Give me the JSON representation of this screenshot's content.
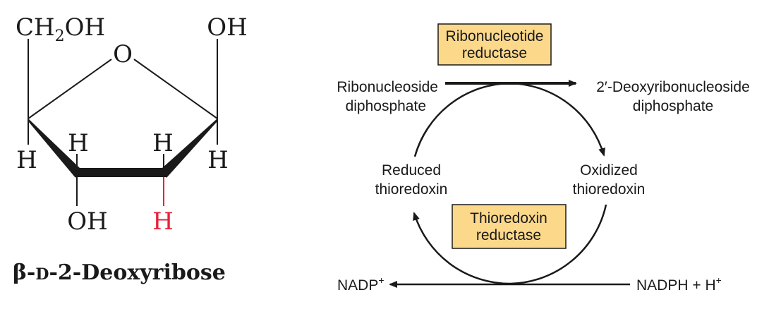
{
  "left_panel": {
    "top_left_group": {
      "main": "CH",
      "sub": "2",
      "tail": "OH"
    },
    "ring_oxygen": "O",
    "top_right_group": "OH",
    "left_h": "H",
    "right_h": "H",
    "c3_upper_h": "H",
    "c2_upper_h": "H",
    "c3_lower_group": "OH",
    "c2_lower_h": "H",
    "name": {
      "prefix": "β-",
      "d": "D",
      "rest": "-2-Deoxyribose"
    }
  },
  "right_panel": {
    "enzyme_top": {
      "line1": "Ribonucleotide",
      "line2": "reductase"
    },
    "substrate": {
      "line1": "Ribonucleoside",
      "line2": "diphosphate"
    },
    "product": {
      "line1": "2′-Deoxyribonucleoside",
      "line2": "diphosphate"
    },
    "reduced": {
      "line1": "Reduced",
      "line2": "thioredoxin"
    },
    "oxidized": {
      "line1": "Oxidized",
      "line2": "thioredoxin"
    },
    "enzyme_bottom": {
      "line1": "Thioredoxin",
      "line2": "reductase"
    },
    "nadp": {
      "main": "NADP",
      "sup": "+"
    },
    "nadph": {
      "main": "NADPH + H",
      "sup": "+"
    }
  },
  "colors": {
    "box_fill": "#fbd88a",
    "highlight_h": "#e8203a",
    "ink": "#1a1a1a"
  }
}
